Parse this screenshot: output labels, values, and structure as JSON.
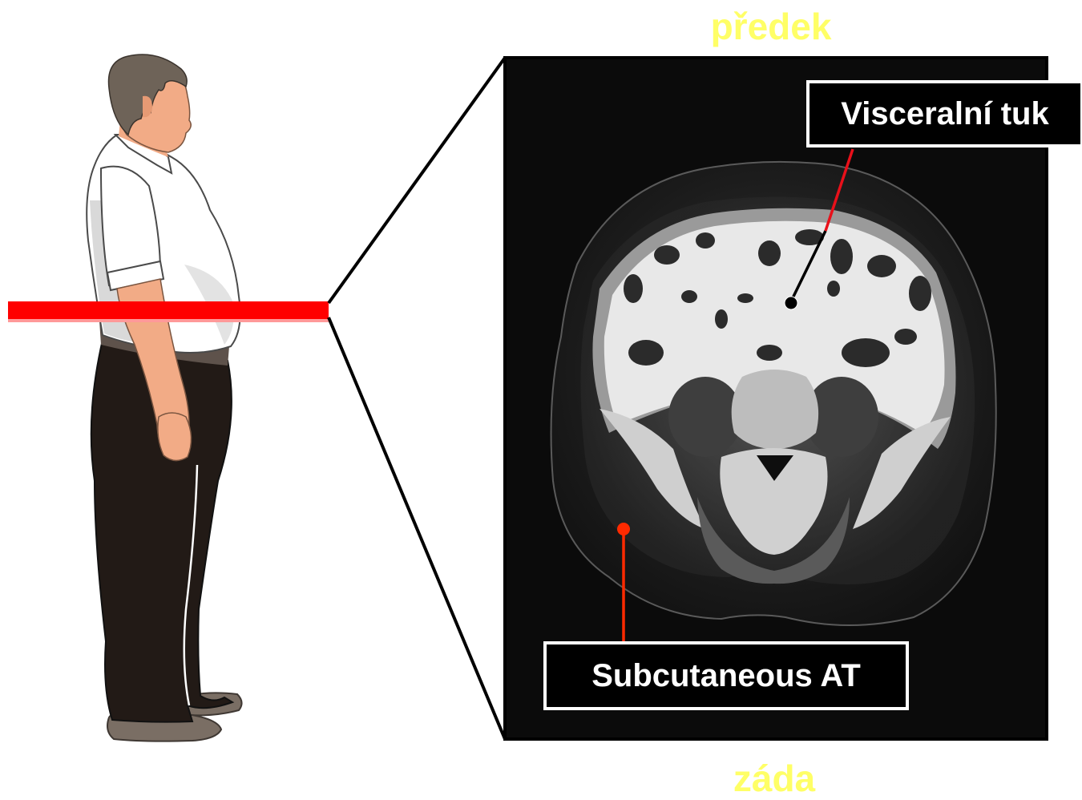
{
  "labels": {
    "front": "předek",
    "back": "záda",
    "visceral": "Visceralní tuk",
    "subcutaneous": "Subcutaneous AT"
  },
  "colors": {
    "orientation_text": "#ffff66",
    "cut_line": "#ff0000",
    "visceral_pointer": "#e8101a",
    "subcutaneous_pointer": "#ff2a00",
    "scan_background": "#0b0b0b"
  },
  "icons": {
    "figure": "standing-man-illustration",
    "scan": "abdominal-ct-cross-section"
  }
}
